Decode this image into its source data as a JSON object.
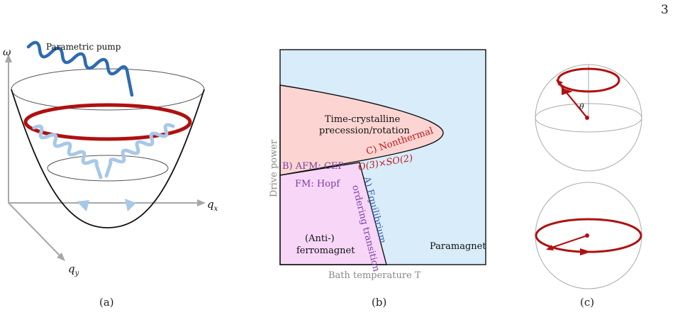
{
  "page_number": "3",
  "panel_a": {
    "pump_label": "Parametric pump",
    "axis_omega": "ω",
    "axis_qx": "q",
    "axis_qx_sub": "x",
    "axis_qy": "q",
    "axis_qy_sub": "y",
    "caption": "(a)"
  },
  "panel_b": {
    "x_label": "Bath temperature T",
    "y_label": "Drive power",
    "region_time_crystal_line1": "Time-crystalline",
    "region_time_crystal_line2": "precession/rotation",
    "region_ferro_line1": "(Anti-)",
    "region_ferro_line2": "ferromagnet",
    "region_para": "Paramagnet",
    "label_afm_cep": "B) AFM: CEP",
    "label_fm_hopf": "FM: Hopf",
    "label_nonthermal": "C) Nonthermal",
    "label_symmetry": "O(3)×SO(2)",
    "label_equilibrium": "A) Equilibrium",
    "label_ordering": "ordering transition",
    "caption": "(b)",
    "colors": {
      "time_crystal": "#fcd5d3",
      "ferromagnet": "#f8d6f8",
      "paramagnet": "#d8ecfa",
      "afm_text": "#7a3fa0",
      "nonthermal_text": "#c01818",
      "equilibrium_text": "#3a5fa8"
    }
  },
  "panel_c": {
    "angle_label": "θ",
    "caption": "(c)"
  }
}
